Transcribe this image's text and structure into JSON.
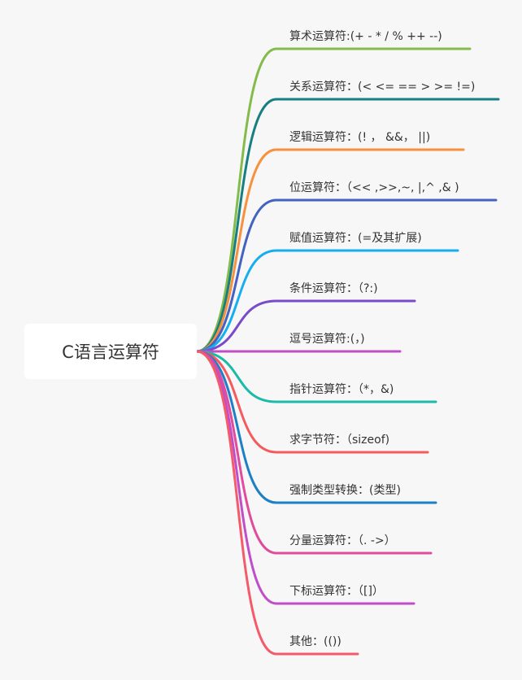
{
  "root": {
    "label": "C语言运算符"
  },
  "branches": [
    {
      "label": "算术运算符:(+ - * / % ++ --)",
      "color": "#84bb4c"
    },
    {
      "label": "关系运算符：(<  <=  ==  >  >=  !=)",
      "color": "#177f82"
    },
    {
      "label": "逻辑运算符：(! ， &&， ||)",
      "color": "#f7913d"
    },
    {
      "label": "位运算符：（<< ,>>,~, |,^ ,& )",
      "color": "#4462c2"
    },
    {
      "label": "赋值运算符：(=及其扩展)",
      "color": "#16aef0"
    },
    {
      "label": "条件运算符：（?:)",
      "color": "#7a4bc9"
    },
    {
      "label": "逗号运算符:(，)",
      "color": "#c04fc6"
    },
    {
      "label": "指针运算符：（*，&)",
      "color": "#1cbaa8"
    },
    {
      "label": "求字节符：（sizeof)",
      "color": "#f55a5e"
    },
    {
      "label": "强制类型转换：(类型)",
      "color": "#1d80c6"
    },
    {
      "label": "分量运算符：（.  ->）",
      "color": "#e04c9c"
    },
    {
      "label": "下标运算符：（[]）",
      "color": "#c04ec8"
    },
    {
      "label": "其他：(())",
      "color": "#f45a6a"
    }
  ]
}
